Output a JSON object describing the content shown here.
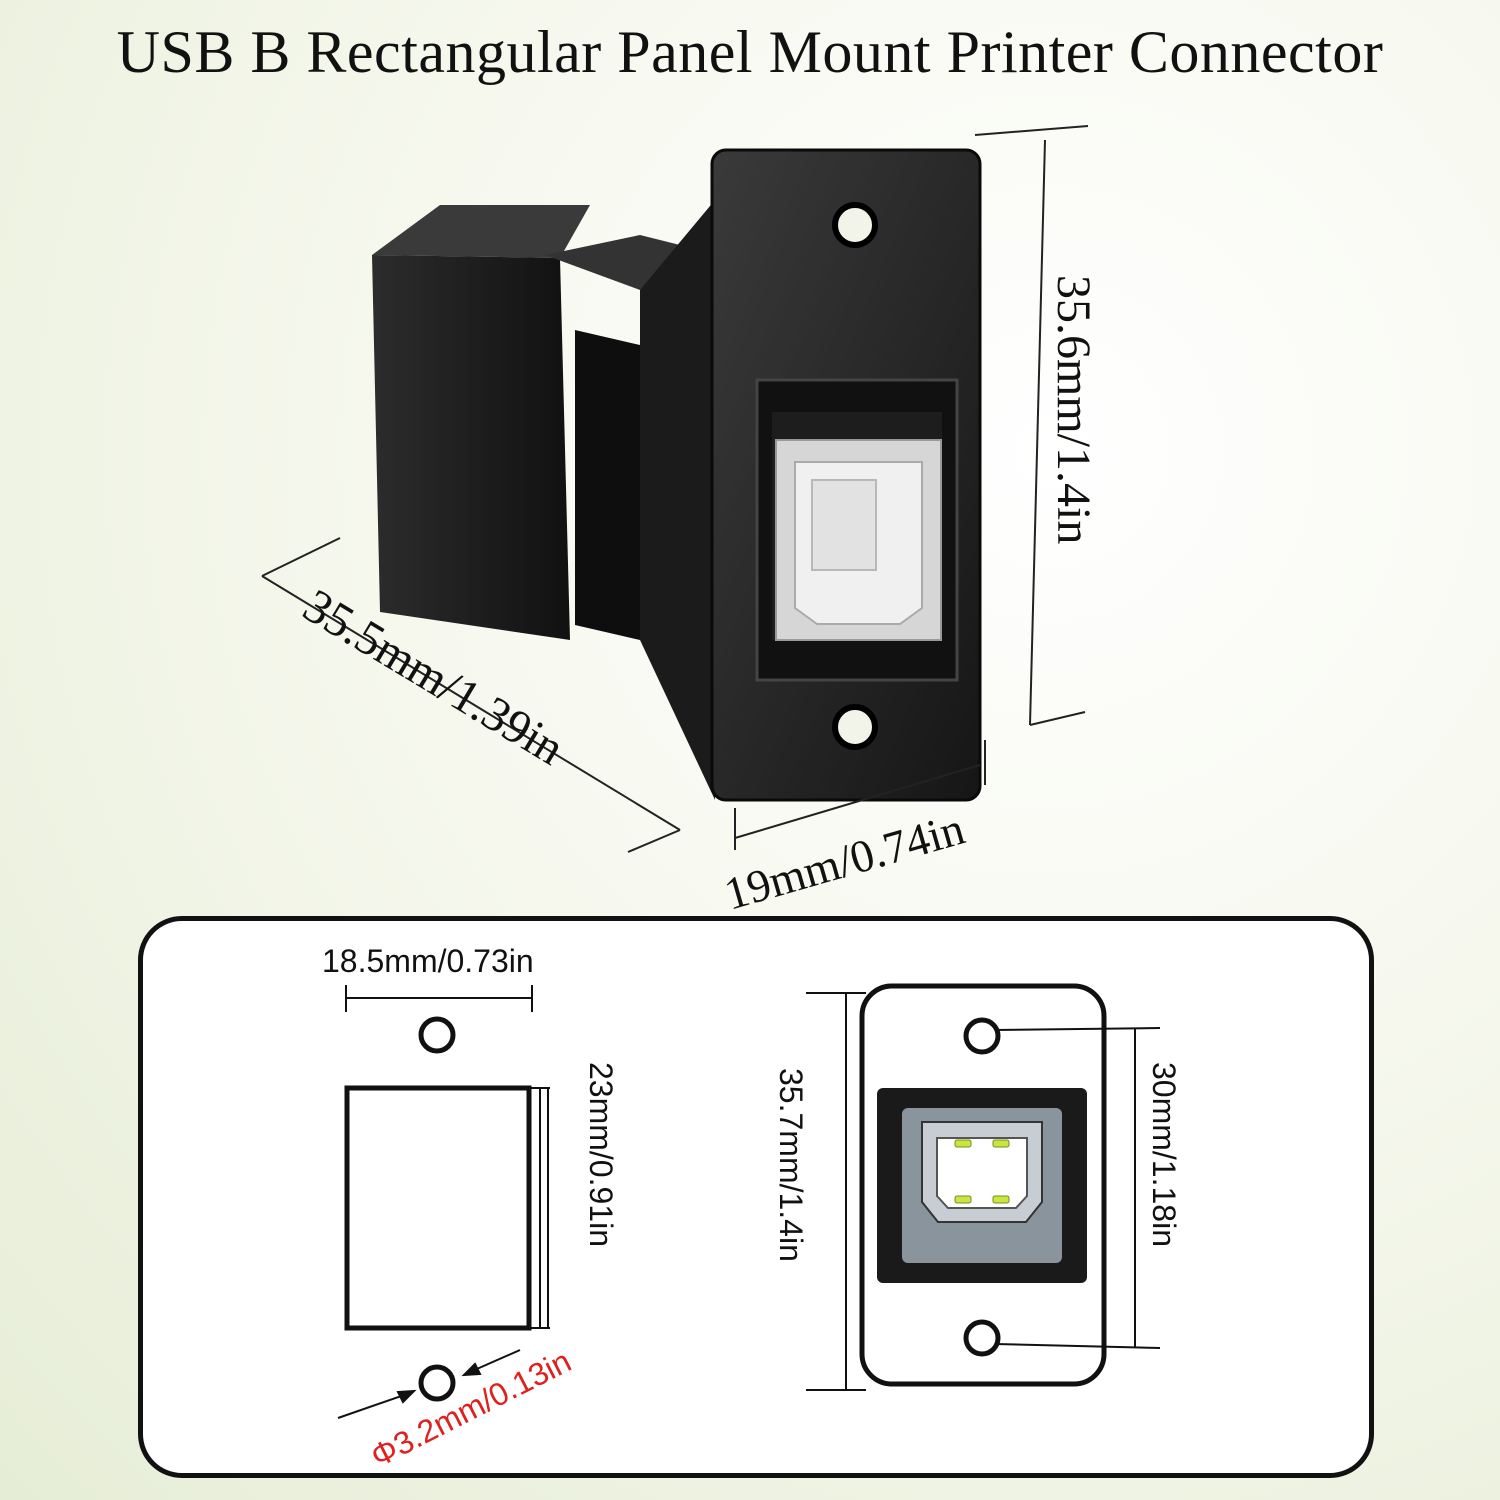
{
  "title": "USB B Rectangular Panel Mount Printer Connector",
  "dimensions": {
    "height_3d": "35.6mm/1.4in",
    "depth_3d": "35.5mm/1.39in",
    "width_3d": "19mm/0.74in",
    "hole_spacing": "18.5mm/0.73in",
    "cutout_height": "23mm/0.91in",
    "hole_diameter": "Φ3.2mm/0.13in",
    "front_height": "35.7mm/1.4in",
    "front_hole_pitch": "30mm/1.18in"
  },
  "colors": {
    "accent_red": "#e02020",
    "housing_black": "#1a1a1a",
    "port_grey": "#8a949c",
    "pin_green": "#c8e640"
  }
}
